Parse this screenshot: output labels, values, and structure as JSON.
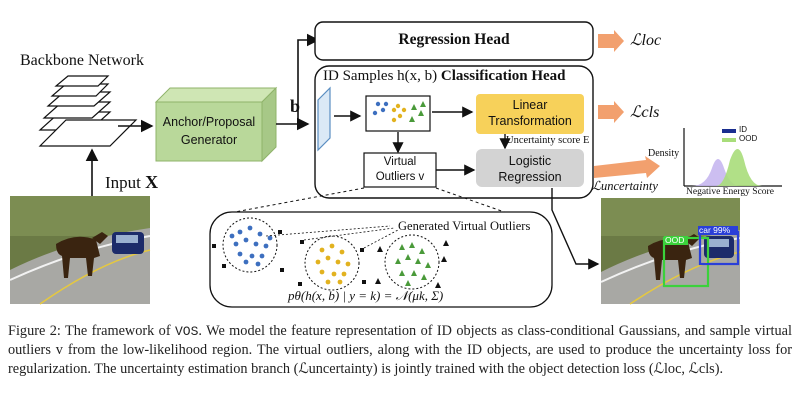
{
  "figure": {
    "backbone_label": "Backbone Network",
    "input_label": "Input",
    "input_symbol": "X",
    "generator_line1": "Anchor/Proposal",
    "generator_line2": "Generator",
    "feature_symbol": "b",
    "regression_head": "Regression Head",
    "id_samples": "ID Samples h(x, b)",
    "classification_head": "Classification Head",
    "linear_line1": "Linear",
    "linear_line2": "Transformation",
    "uncertainty_score": "Uncertainty score E",
    "virtual_line1": "Virtual",
    "virtual_line2": "Outliers v",
    "logistic_line1": "Logistic",
    "logistic_line2": "Regression",
    "loss_loc": "ℒloc",
    "loss_cls": "ℒcls",
    "loss_unc": "ℒuncertainty",
    "generated_outliers": "Generated Virtual Outliers",
    "gaussian_formula": "pθ(h(x, b) | y = k) = 𝒩(μk, Σ)",
    "density_label": "Density",
    "energy_label": "Negative Energy Score",
    "legend_id": "ID",
    "legend_ood": "OOD",
    "det_car": "car 99%",
    "det_ood": "OOD"
  },
  "caption": {
    "prefix": "Figure 2:  The framework of ",
    "vos": "VOS",
    "text": ". We model the feature representation of ID objects as class-conditional Gaussians, and sample virtual outliers v from the low-likelihood region. The virtual outliers, along with the ID objects, are used to produce the uncertainty loss for regularization. The uncertainty estimation branch (ℒuncertainty) is jointly trained with the object detection loss (ℒloc, ℒcls)."
  },
  "colors": {
    "generator_green": "#b9d89a",
    "linear_yellow": "#f7d15a",
    "logistic_gray": "#d3d3d3",
    "arrow_orange": "#f2a06e",
    "id_blue": "#1a2e8f",
    "ood_green": "#a8dd7a"
  }
}
